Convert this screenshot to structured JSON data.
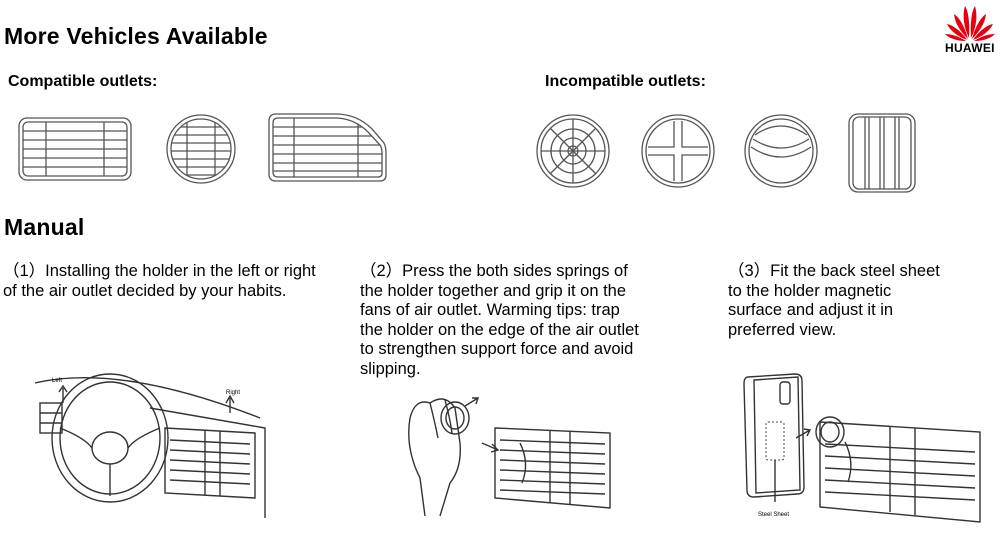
{
  "brand": {
    "name": "HUAWEI",
    "accent": "#e60012",
    "logo_icon": "huawei-petal-logo"
  },
  "section_vehicles": {
    "title": "More Vehicles Available",
    "compatible_label": "Compatible outlets:",
    "incompatible_label": "Incompatible outlets:"
  },
  "section_manual": {
    "title": "Manual",
    "steps": [
      {
        "text": "（1）Installing the holder in the left or right\nof the air outlet decided by your habits.",
        "labels": [
          "Left",
          "Right"
        ]
      },
      {
        "text": "（2）Press the both sides springs of\nthe holder together and grip it on the\nfans of air outlet. Warming tips: trap\nthe holder on the edge of the air outlet\nto strengthen support force and avoid\nslipping.",
        "labels": []
      },
      {
        "text": "（3）Fit the back steel sheet\nto the holder magnetic\nsurface and adjust it in\npreferred view.",
        "labels": [
          "Steel Sheet"
        ]
      }
    ]
  }
}
